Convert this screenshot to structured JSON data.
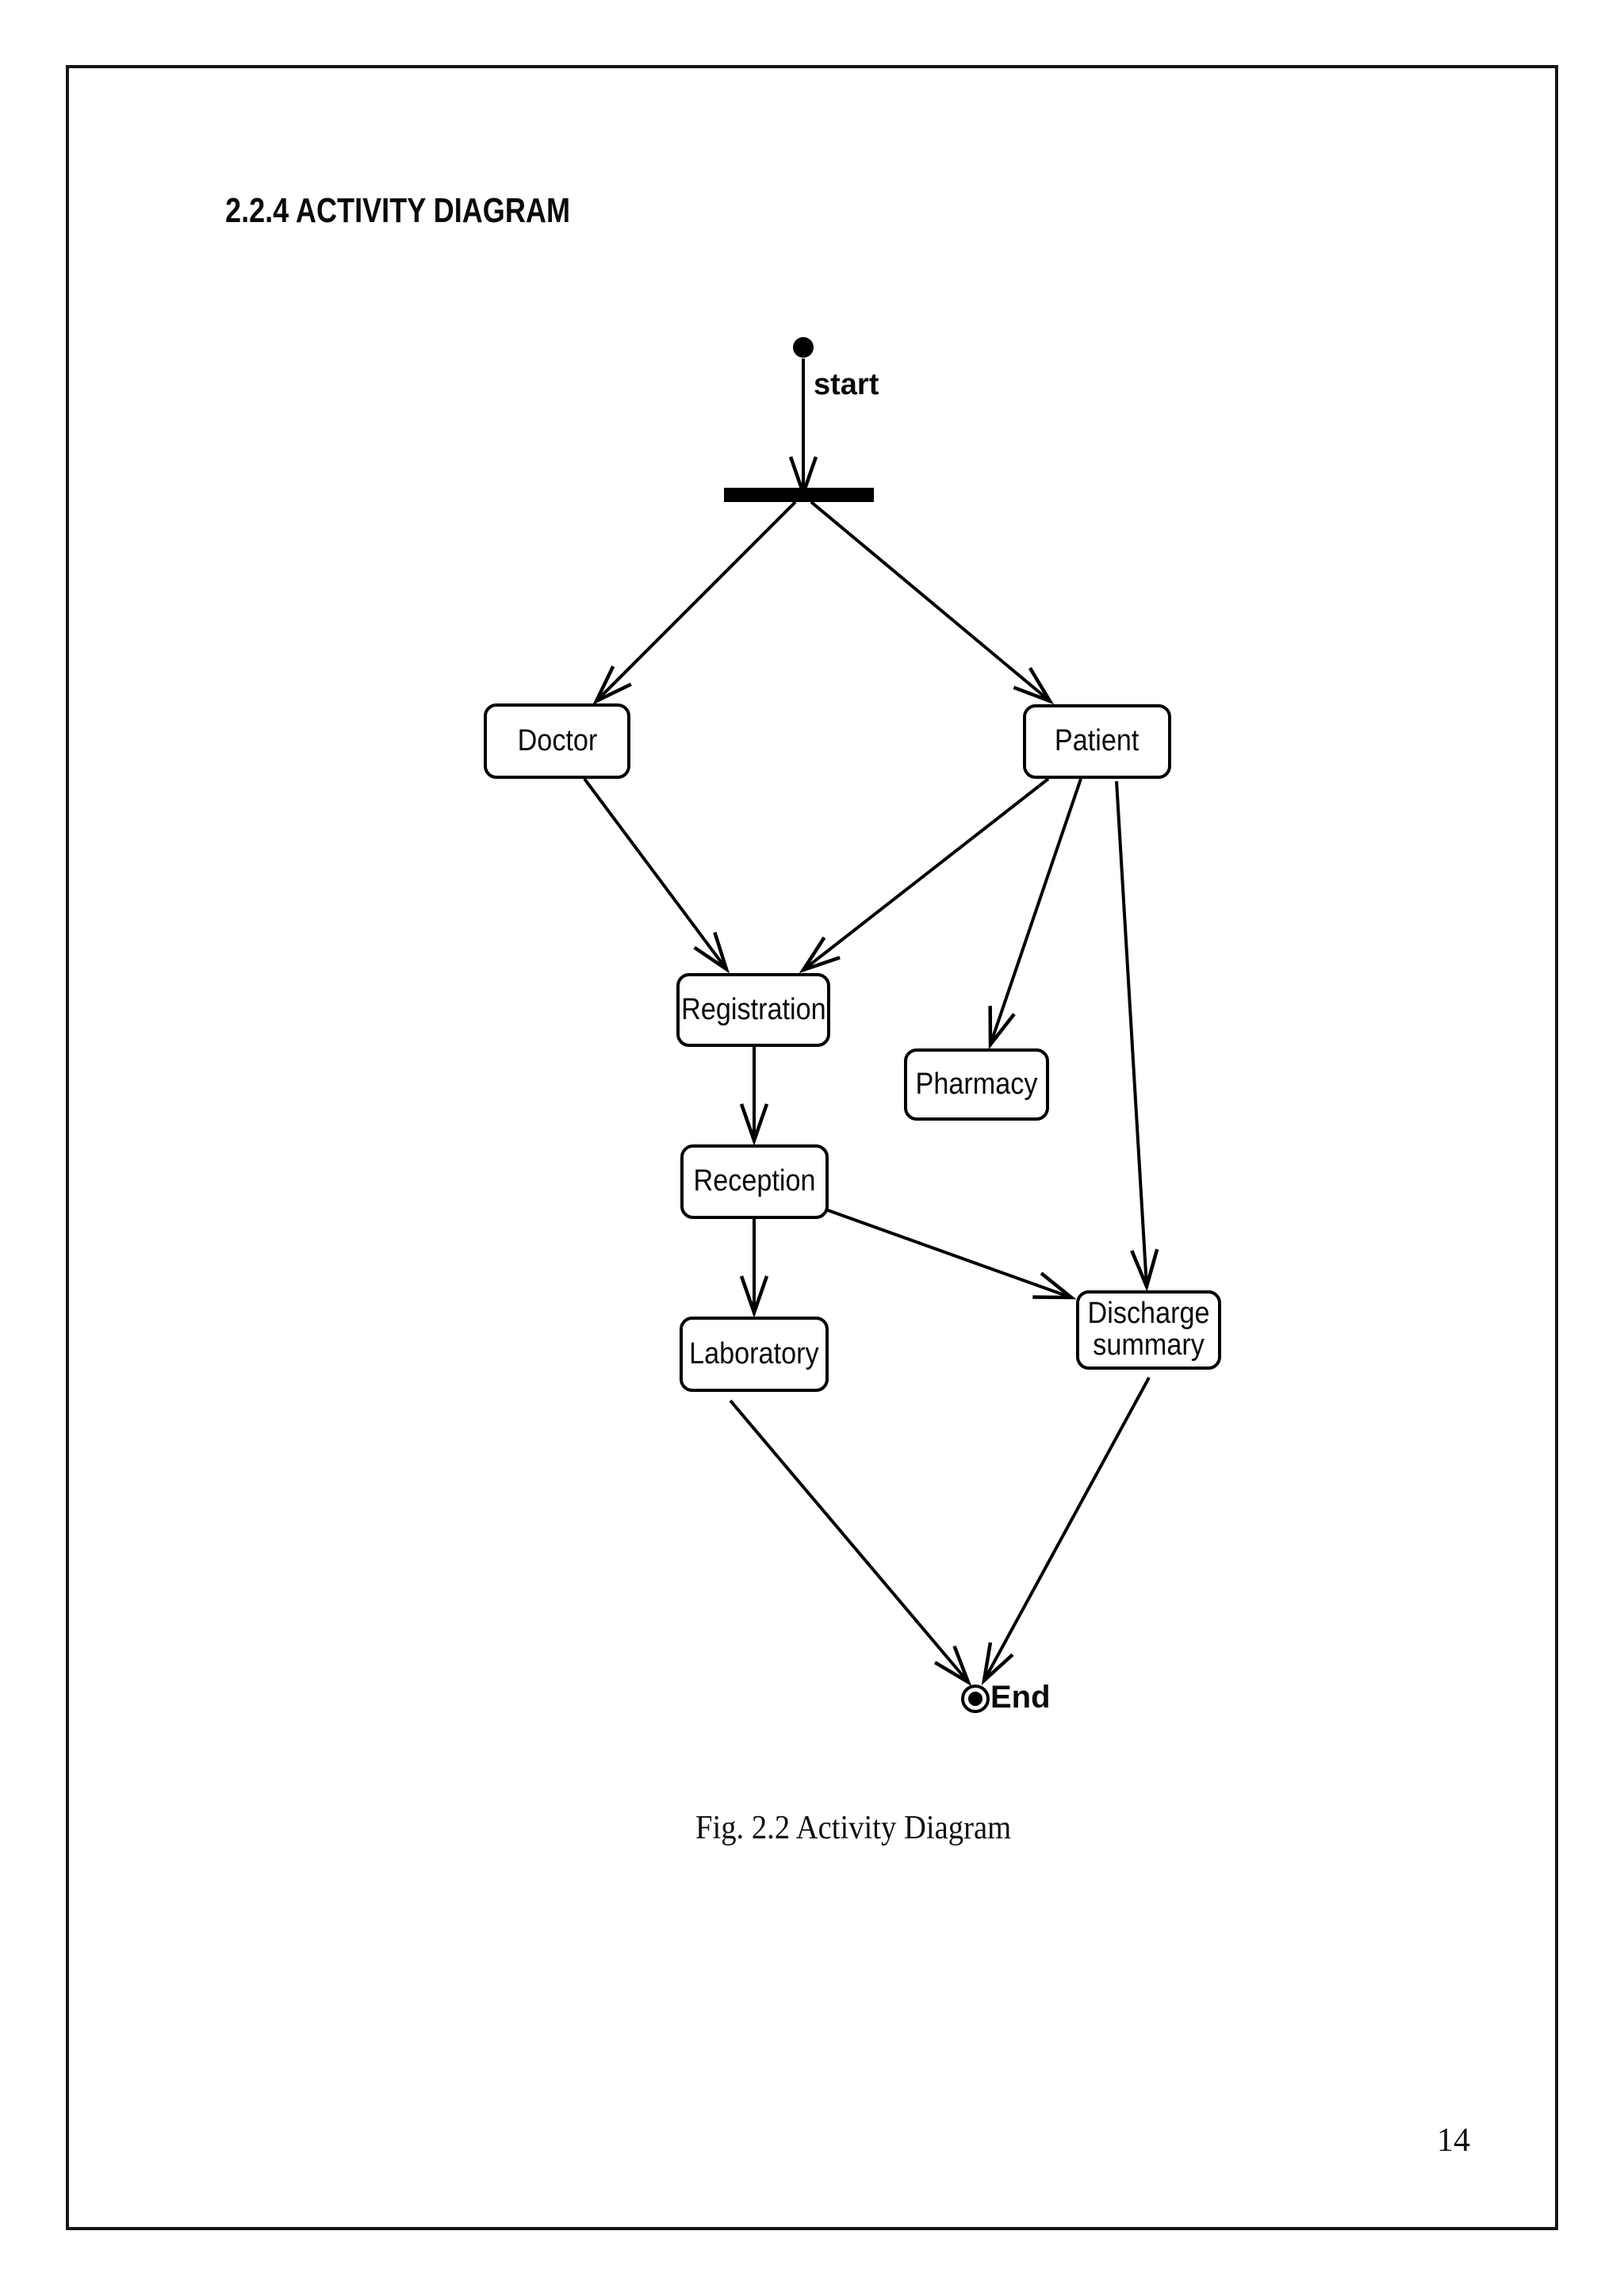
{
  "page": {
    "section_title": "2.2.4 ACTIVITY DIAGRAM",
    "figure_caption": "Fig. 2.2 Activity Diagram",
    "page_number": "14"
  },
  "diagram": {
    "type": "uml-activity-diagram",
    "start_label": "start",
    "end_label": "End",
    "nodes": {
      "doctor": {
        "label": "Doctor"
      },
      "patient": {
        "label": "Patient"
      },
      "registration": {
        "label": "Registration"
      },
      "pharmacy": {
        "label": "Pharmacy"
      },
      "reception": {
        "label": "Reception"
      },
      "laboratory": {
        "label": "Laboratory"
      },
      "discharge_summary": {
        "line1": "Discharge",
        "line2": "summary"
      }
    },
    "edges": [
      {
        "from": "start",
        "to": "fork"
      },
      {
        "from": "fork",
        "to": "Doctor"
      },
      {
        "from": "fork",
        "to": "Patient"
      },
      {
        "from": "Doctor",
        "to": "Registration"
      },
      {
        "from": "Patient",
        "to": "Registration"
      },
      {
        "from": "Patient",
        "to": "Pharmacy"
      },
      {
        "from": "Patient",
        "to": "Discharge summary"
      },
      {
        "from": "Registration",
        "to": "Reception"
      },
      {
        "from": "Reception",
        "to": "Laboratory"
      },
      {
        "from": "Reception",
        "to": "Discharge summary"
      },
      {
        "from": "Laboratory",
        "to": "End"
      },
      {
        "from": "Discharge summary",
        "to": "End"
      }
    ],
    "colors": {
      "ink": "#000000",
      "background": "#ffffff"
    }
  }
}
